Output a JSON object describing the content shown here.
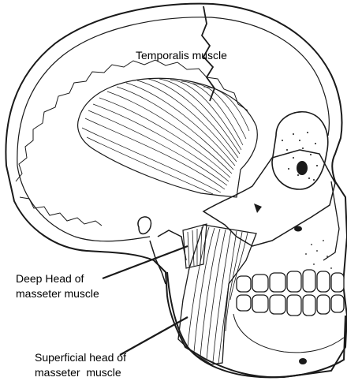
{
  "labels": {
    "temporalis": "Temporalis muscle",
    "deep_head_line1": "Deep Head of",
    "deep_head_line2": "masseter muscle",
    "superficial_line1": "Superficial head of",
    "superficial_line2": "masseter  muscle"
  },
  "colors": {
    "ink": "#1a1a1a",
    "paper": "#ffffff"
  }
}
